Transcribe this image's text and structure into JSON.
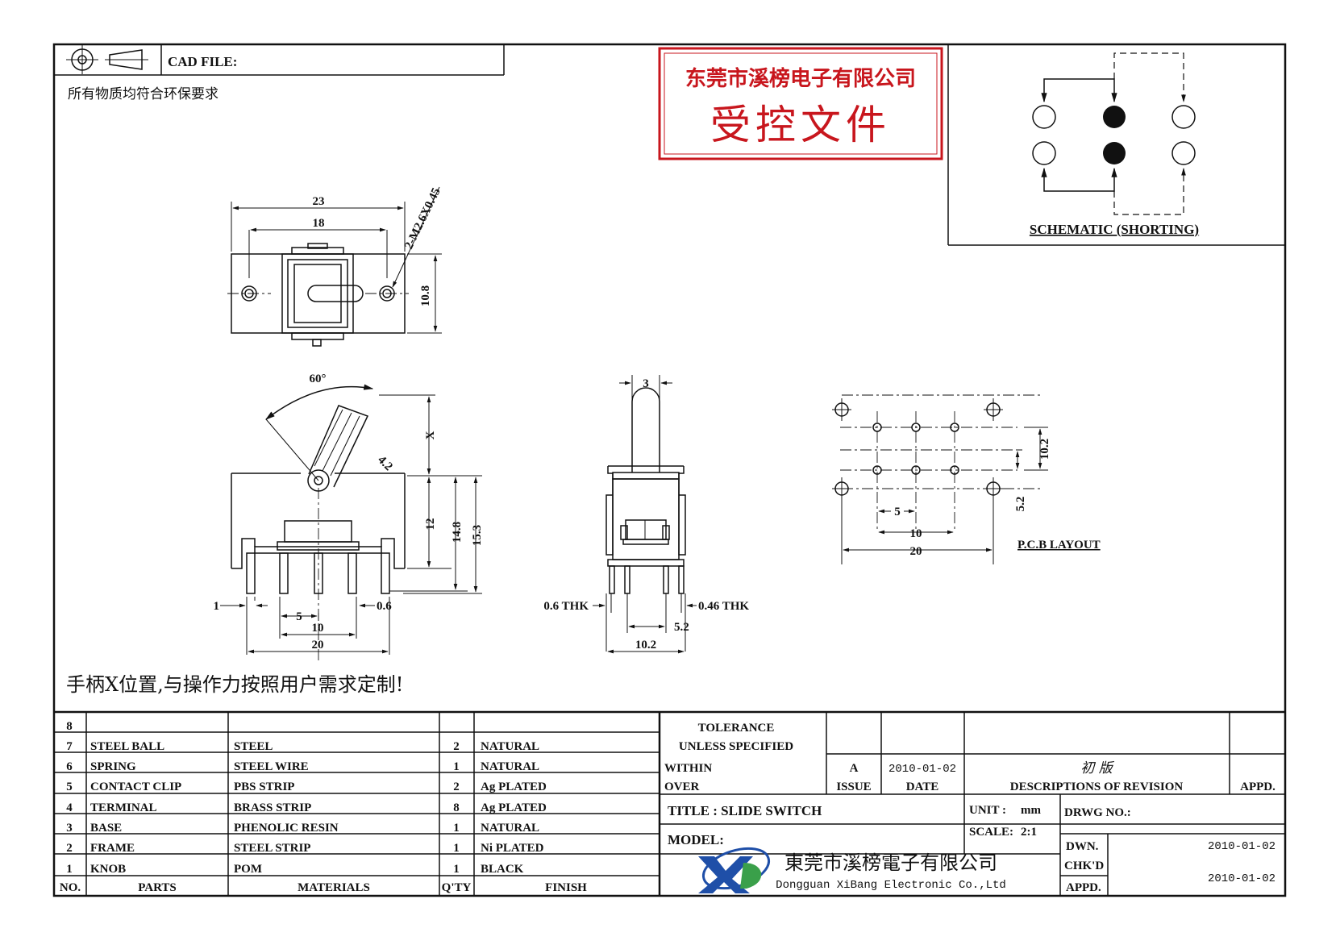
{
  "header": {
    "cad_file_label": "CAD FILE:",
    "env_note": "所有物质均符合环保要求"
  },
  "stamp": {
    "company": "东莞市溪榜电子有限公司",
    "status": "受控文件",
    "color": "#c8161d"
  },
  "schematic": {
    "caption": "SCHEMATIC (SHORTING)"
  },
  "drawing": {
    "top_view": {
      "dim_23": "23",
      "dim_18": "18",
      "dim_hole": "2-M2.6X0.45",
      "dim_10_8": "10.8"
    },
    "front_view": {
      "angle": "60°",
      "dim_x": "X",
      "dim_4_2": "4.2",
      "dim_12": "12",
      "dim_14_8": "14.8",
      "dim_15_3": "15.3",
      "dim_1": "1",
      "dim_5": "5",
      "dim_0_6": "0.6",
      "dim_10": "10",
      "dim_20": "20"
    },
    "side_view": {
      "dim_3": "3",
      "thk_left": "0.6 THK",
      "thk_right": "0.46 THK",
      "dim_5_2": "5.2",
      "dim_10_2": "10.2"
    },
    "pcb_layout": {
      "caption": "P.C.B LAYOUT",
      "dim_10_2": "10.2",
      "dim_5_2": "5.2",
      "dim_5": "5",
      "dim_10": "10",
      "dim_20": "20"
    }
  },
  "handle_note": "手柄X位置,与操作力按照用户需求定制!",
  "bom": {
    "headers": {
      "no": "NO.",
      "parts": "PARTS",
      "materials": "MATERIALS",
      "qty": "Q'TY",
      "finish": "FINISH"
    },
    "rows": [
      {
        "no": "8",
        "part": "",
        "material": "",
        "qty": "",
        "finish": ""
      },
      {
        "no": "7",
        "part": "STEEL BALL",
        "material": "STEEL",
        "qty": "2",
        "finish": "NATURAL"
      },
      {
        "no": "6",
        "part": "SPRING",
        "material": "STEEL WIRE",
        "qty": "1",
        "finish": "NATURAL"
      },
      {
        "no": "5",
        "part": "CONTACT CLIP",
        "material": "PBS STRIP",
        "qty": "2",
        "finish": "Ag PLATED"
      },
      {
        "no": "4",
        "part": "TERMINAL",
        "material": "BRASS STRIP",
        "qty": "8",
        "finish": "Ag PLATED"
      },
      {
        "no": "3",
        "part": "BASE",
        "material": "PHENOLIC RESIN",
        "qty": "1",
        "finish": "NATURAL"
      },
      {
        "no": "2",
        "part": "FRAME",
        "material": "STEEL STRIP",
        "qty": "1",
        "finish": "Ni PLATED"
      },
      {
        "no": "1",
        "part": "KNOB",
        "material": "POM",
        "qty": "1",
        "finish": "BLACK"
      }
    ]
  },
  "title_block": {
    "tolerance_1": "TOLERANCE",
    "tolerance_2": "UNLESS SPECIFIED",
    "within": "WITHIN",
    "over": "OVER",
    "rev_issue": "A",
    "rev_date": "2010-01-02",
    "rev_desc": "初 版",
    "issue_label": "ISSUE",
    "date_label": "DATE",
    "desc_label": "DESCRIPTIONS OF REVISION",
    "appd_label": "APPD.",
    "title": "TITLE : SLIDE SWITCH",
    "model_label": "MODEL:",
    "unit_label": "UNIT :",
    "unit_value": "mm",
    "scale_label": "SCALE:",
    "scale_value": "2:1",
    "dwg_no_label": "DRWG NO.:",
    "dwn_label": "DWN.",
    "dwn_date": "2010-01-02",
    "chkd_label": "CHK'D",
    "chkd_date": "2010-01-02",
    "appd_bottom_label": "APPD.",
    "company_cn": "東莞市溪榜電子有限公司",
    "company_en": "Dongguan XiBang Electronic Co.,Ltd",
    "logo_colors": {
      "blue": "#1f4fa8",
      "green": "#3aa04a"
    }
  }
}
